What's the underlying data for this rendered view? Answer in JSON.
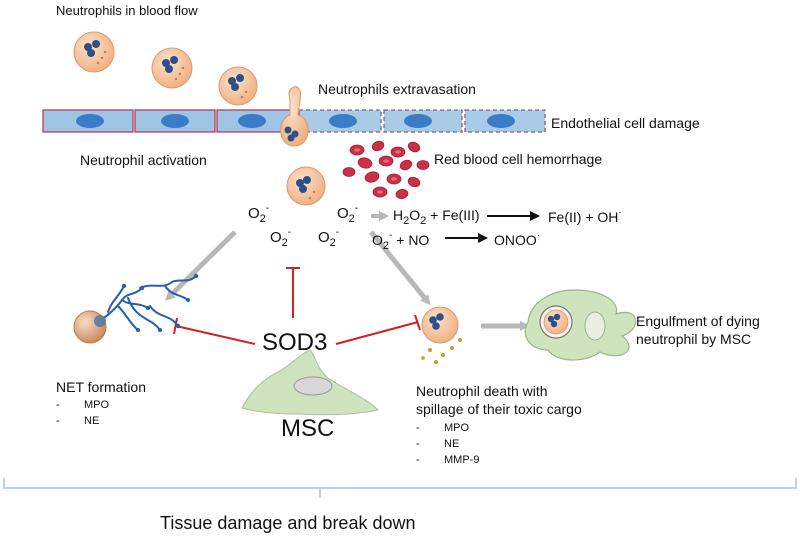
{
  "labels": {
    "blood_flow": "Neutrophils in blood flow",
    "extravasation": "Neutrophils extravasation",
    "endothelial": "Endothelial cell damage",
    "activation": "Neutrophil activation",
    "hemorrhage": "Red blood cell hemorrhage",
    "sod3": "SOD3",
    "msc": "MSC",
    "engulfment_l1": "Engulfment of dying",
    "engulfment_l2": "neutrophil by MSC",
    "net_title": "NET formation",
    "death_l1": "Neutrophil death with",
    "death_l2": "spillage of their toxic cargo",
    "tissue": "Tissue damage and break down"
  },
  "superoxide": {
    "base": "O",
    "sub": "2",
    "sup": "-"
  },
  "reactions": {
    "fenton_h2o2": "H",
    "fenton_2a": "2",
    "fenton_o": "O",
    "fenton_2b": "2",
    "fenton_rest": " + Fe(III)",
    "fenton_product": "Fe(II) + OH",
    "fenton_dot": "·",
    "no_reactant": "+ NO",
    "no_product": "ONOO",
    "no_dot": "·"
  },
  "net_list": [
    "MPO",
    "NE"
  ],
  "death_list": [
    "MPO",
    "NE",
    "MMP-9"
  ],
  "list_dash": "-",
  "colors": {
    "endothelium": "#9ec4e6",
    "endo_damaged": "#a8cbe8",
    "endo_border": "#b0415a",
    "nucleus": "#3b7cc6",
    "neutrophil": "#f3c29a",
    "granule": "#2d4f8a",
    "rbc": "#cc3048",
    "msc": "#cfe3bf",
    "inhibit": "#d42020",
    "arrow": "#b8b8b8",
    "net": "#2a5ea8"
  }
}
